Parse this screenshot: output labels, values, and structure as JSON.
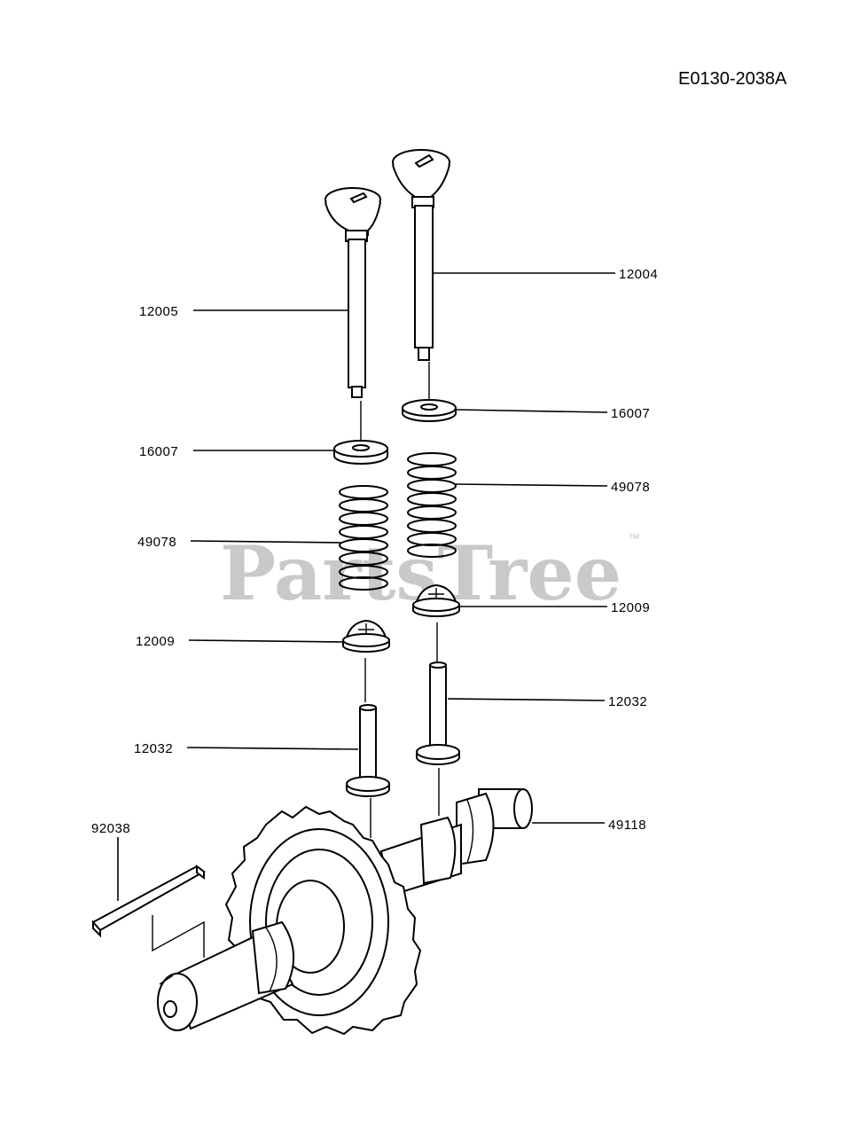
{
  "diagram_code": "E0130-2038A",
  "watermark": {
    "text": "PartsTree",
    "trademark": "™"
  },
  "callouts": [
    {
      "id": "c-12005",
      "part": "12005"
    },
    {
      "id": "c-12004",
      "part": "12004"
    },
    {
      "id": "c-16007-left",
      "part": "16007"
    },
    {
      "id": "c-16007-right",
      "part": "16007"
    },
    {
      "id": "c-49078-left",
      "part": "49078"
    },
    {
      "id": "c-49078-right",
      "part": "49078"
    },
    {
      "id": "c-12009-left",
      "part": "12009"
    },
    {
      "id": "c-12009-right",
      "part": "12009"
    },
    {
      "id": "c-12032-left",
      "part": "12032"
    },
    {
      "id": "c-12032-right",
      "part": "12032"
    },
    {
      "id": "c-92038",
      "part": "92038"
    },
    {
      "id": "c-49118",
      "part": "49118"
    }
  ]
}
